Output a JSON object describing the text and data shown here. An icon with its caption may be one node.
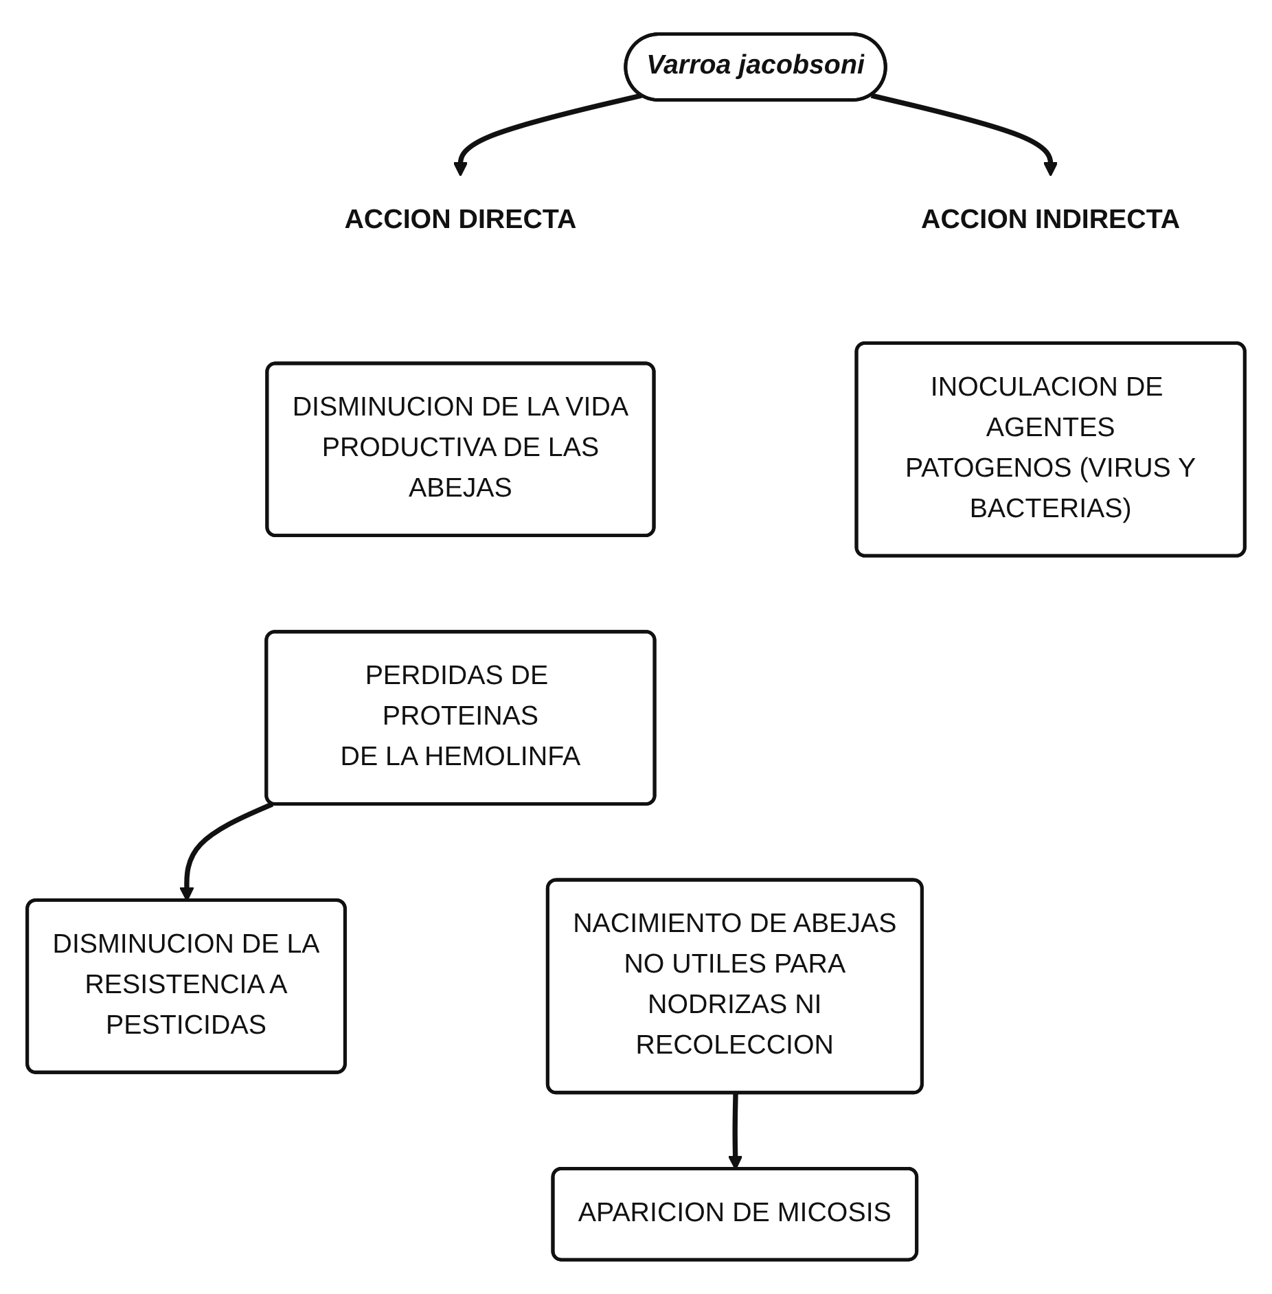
{
  "diagram": {
    "nodes": [
      {
        "text": [
          "Varroa jacobsoni"
        ]
      },
      {
        "text": [
          "ACCION DIRECTA"
        ]
      },
      {
        "text": [
          "ACCION INDIRECTA"
        ]
      },
      {
        "text": [
          "DISMINUCION DE LA VIDA PRODUCTIVA DE LAS ABEJAS"
        ]
      },
      {
        "text": [
          "INOCULACION DE AGENTES PATOGENOS (VIRUS Y BACTERIAS)"
        ]
      },
      {
        "text": [
          "PERDIDAS DE PROTEINAS DE LA HEMOLINFA"
        ]
      },
      {
        "text": [
          "DISMINUCION DE LA RESISTENCIA A PESTICIDAS"
        ]
      },
      {
        "text": [
          "NACIMIENTO DE ABEJAS NO UTILES PARA NODRIZAS NI RECOLECCION"
        ]
      },
      {
        "text": [
          "APARICION DE MICOSIS"
        ]
      }
    ],
    "edges": [
      {
        "from": 0,
        "to": 1,
        "arrow": "to"
      },
      {
        "from": 0,
        "to": 2,
        "arrow": "to"
      },
      {
        "from": 5,
        "to": 6,
        "arrow": "to"
      },
      {
        "from": 7,
        "to": 8,
        "arrow": "to"
      }
    ]
  }
}
